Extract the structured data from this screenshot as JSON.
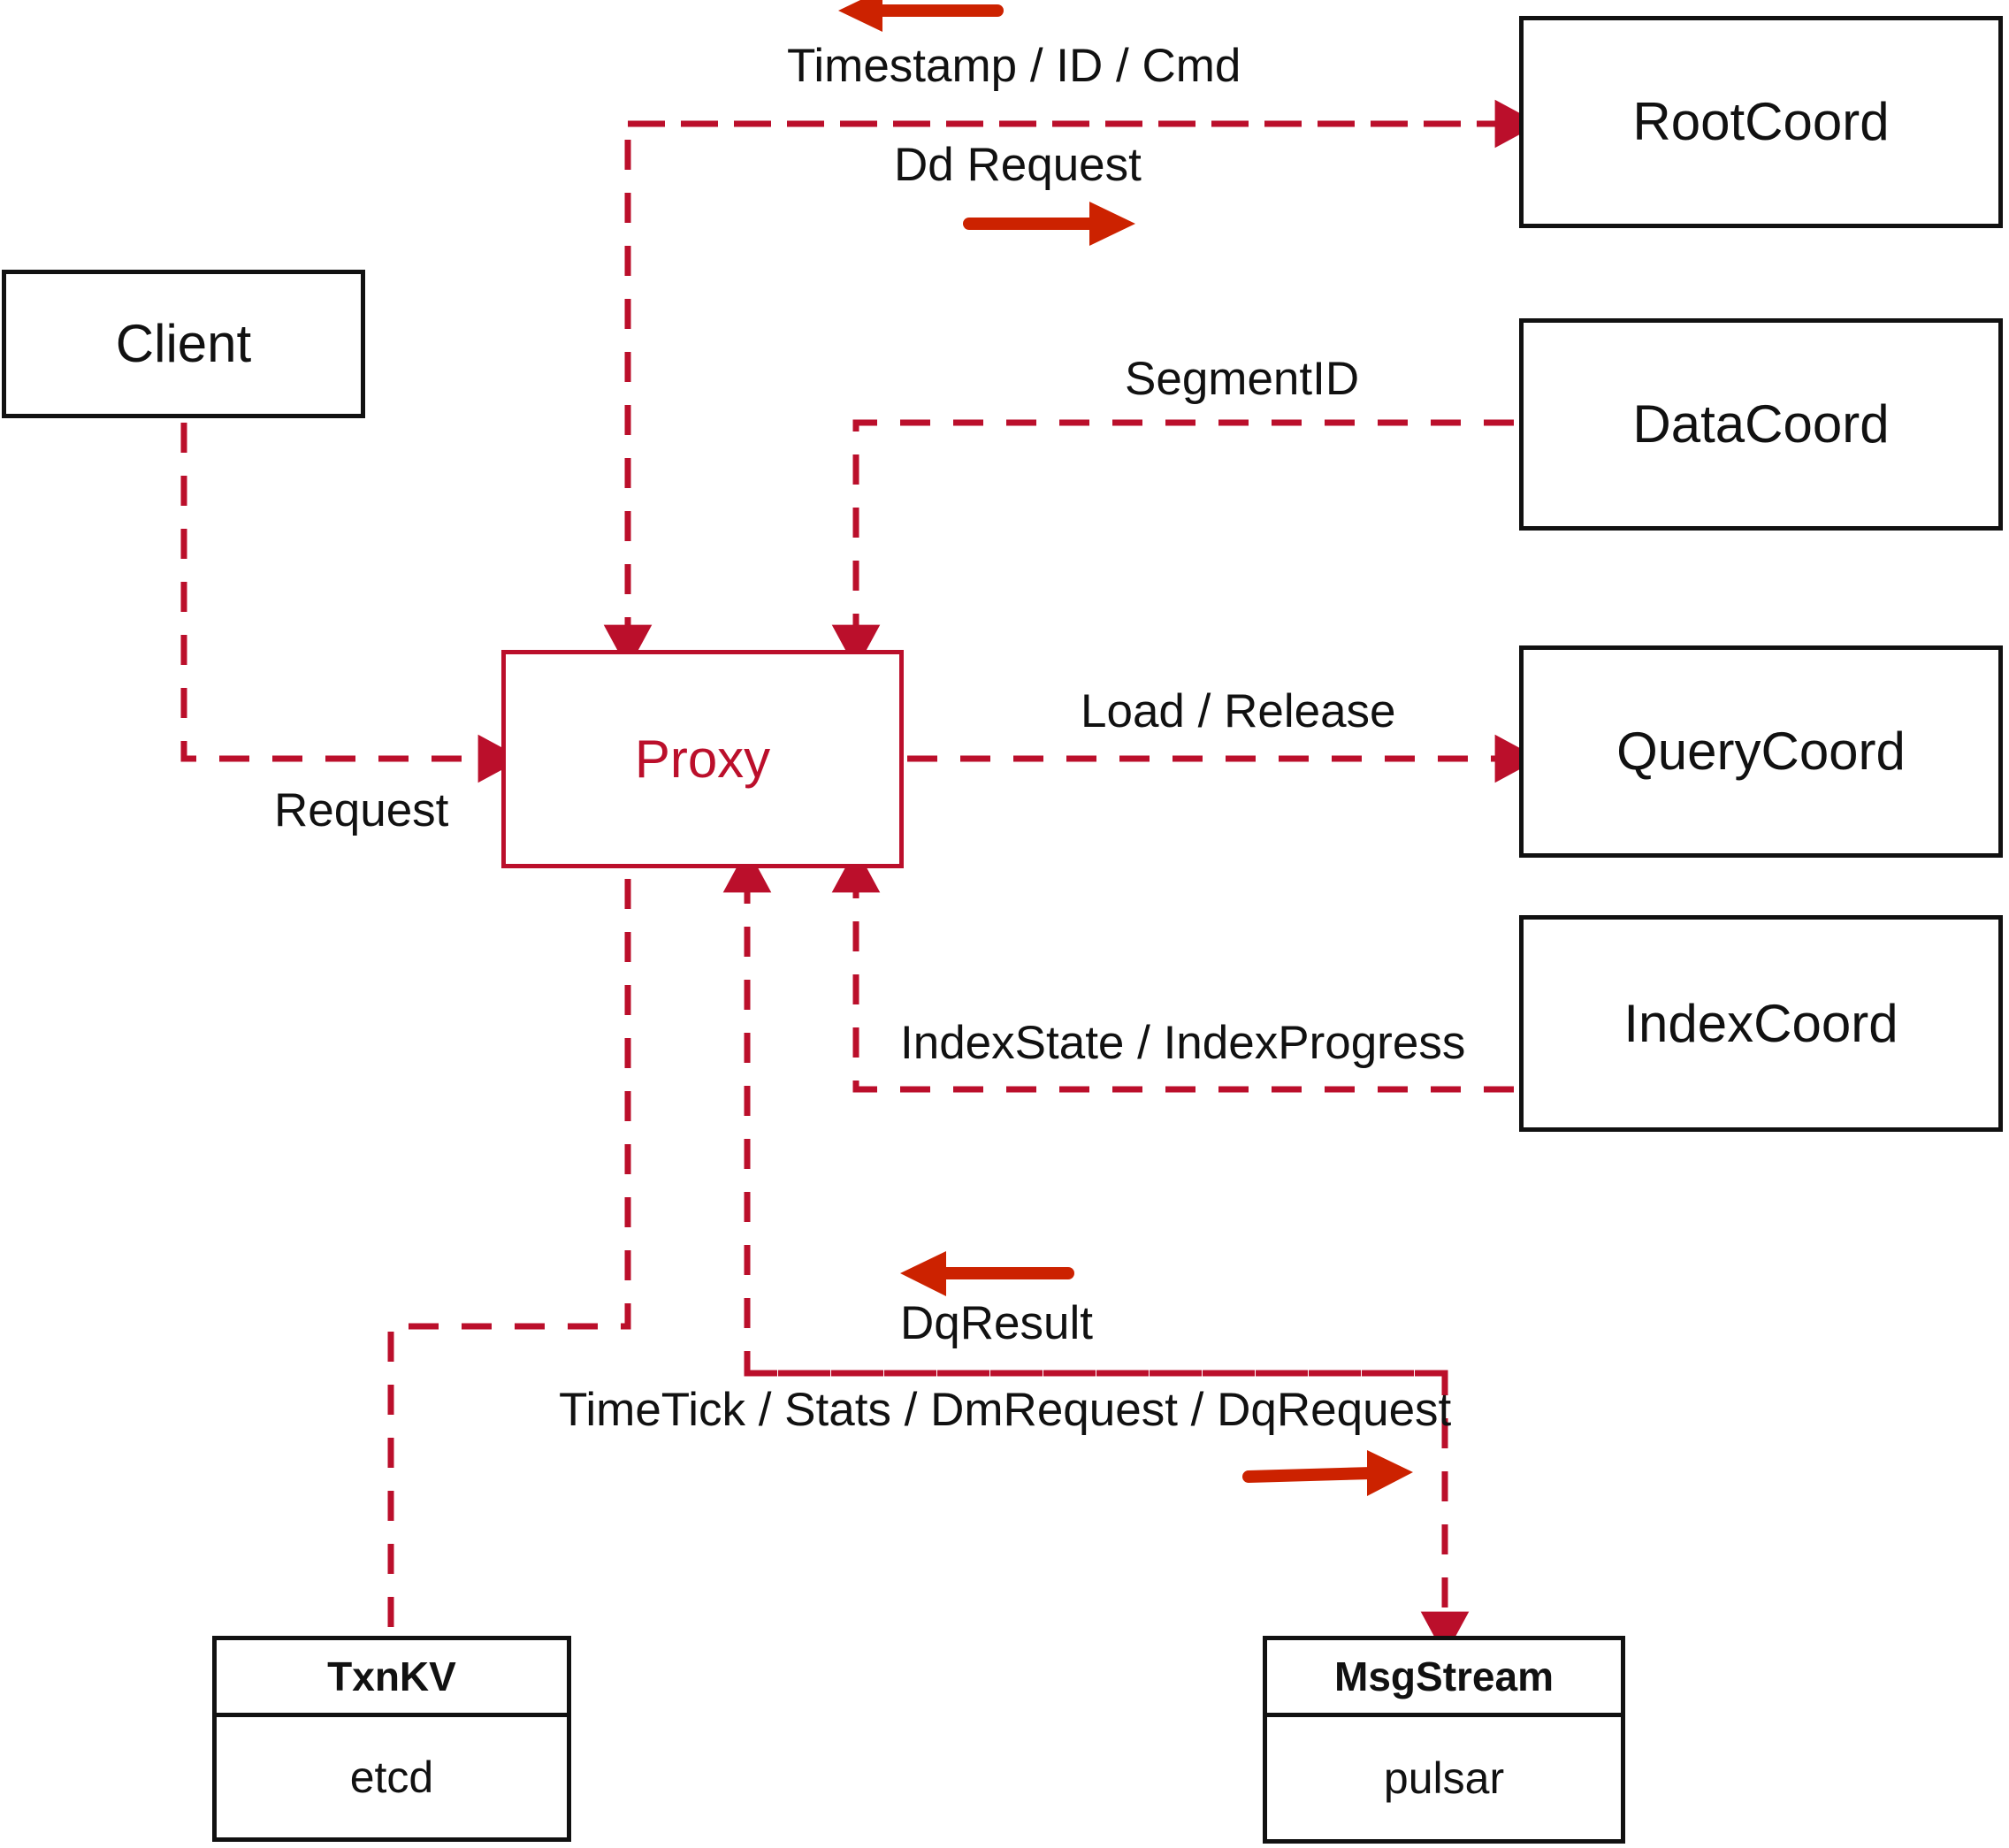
{
  "diagram": {
    "title": "Milvus Proxy interaction diagram",
    "colors": {
      "node_border_black": "#111111",
      "proxy_border": "#bb0f2b",
      "dashed_edge": "#bb0f2b",
      "solid_arrow": "#cc2200",
      "background": "#ffffff"
    }
  },
  "nodes": {
    "client": {
      "label": "Client"
    },
    "proxy": {
      "label": "Proxy"
    },
    "root_coord": {
      "label": "RootCoord"
    },
    "data_coord": {
      "label": "DataCoord"
    },
    "query_coord": {
      "label": "QueryCoord"
    },
    "index_coord": {
      "label": "IndexCoord"
    },
    "txn_kv": {
      "title": "TxnKV",
      "impl": "etcd"
    },
    "msg_stream": {
      "title": "MsgStream",
      "impl": "pulsar"
    }
  },
  "edges": [
    {
      "id": "timestamp-id-cmd",
      "label": "Timestamp / ID / Cmd",
      "from": "RootCoord",
      "to": "Proxy",
      "direction": "left"
    },
    {
      "id": "dd-request",
      "label": "Dd Request",
      "from": "Proxy",
      "to": "RootCoord",
      "direction": "right"
    },
    {
      "id": "segment-id",
      "label": "SegmentID",
      "from": "DataCoord",
      "to": "Proxy",
      "direction": "left"
    },
    {
      "id": "request",
      "label": "Request",
      "from": "Client",
      "to": "Proxy",
      "direction": "right"
    },
    {
      "id": "load-release",
      "label": "Load / Release",
      "from": "Proxy",
      "to": "QueryCoord",
      "direction": "right"
    },
    {
      "id": "index-state-progress",
      "label": "IndexState / IndexProgress",
      "from": "IndexCoord",
      "to": "Proxy",
      "direction": "left"
    },
    {
      "id": "dq-result",
      "label": "DqResult",
      "from": "MsgStream",
      "to": "Proxy",
      "direction": "left"
    },
    {
      "id": "timetick-stats-dm-dq",
      "label": "TimeTick / Stats / DmRequest / DqRequest",
      "from": "Proxy",
      "to": "MsgStream",
      "direction": "right"
    },
    {
      "id": "proxy-txnkv",
      "label": "",
      "from": "Proxy",
      "to": "TxnKV",
      "direction": "none"
    }
  ]
}
